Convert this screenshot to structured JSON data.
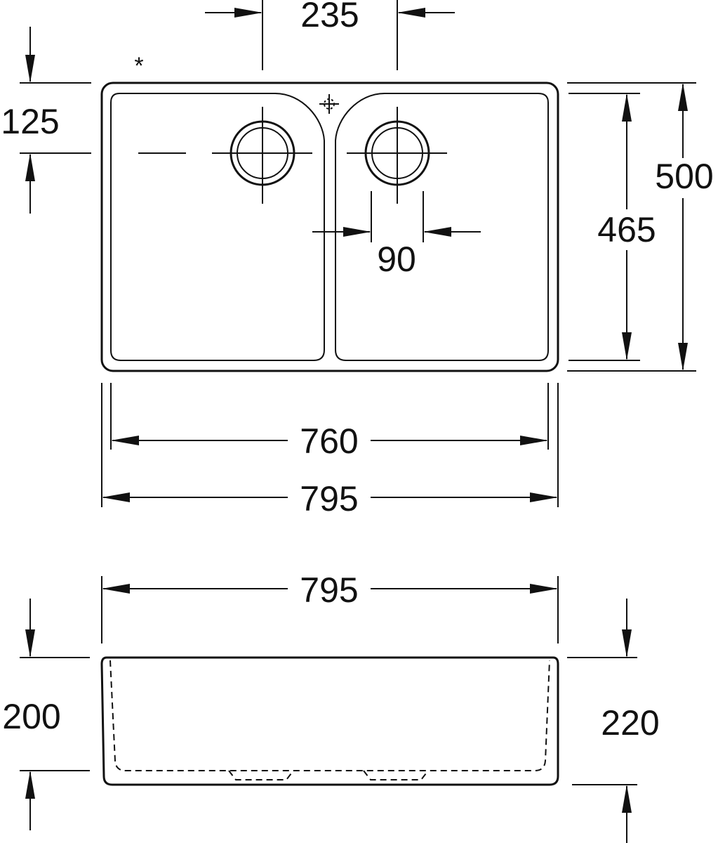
{
  "top_view": {
    "marker": "*",
    "dims": {
      "drain_spacing": "235",
      "drain_offset": "125",
      "overall_depth": "500",
      "bowl_depth": "465",
      "drain_diameter": "90",
      "bowl_width": "760",
      "overall_width": "795"
    }
  },
  "side_view": {
    "dims": {
      "overall_width": "795",
      "inner_height": "200",
      "overall_height": "220"
    }
  }
}
